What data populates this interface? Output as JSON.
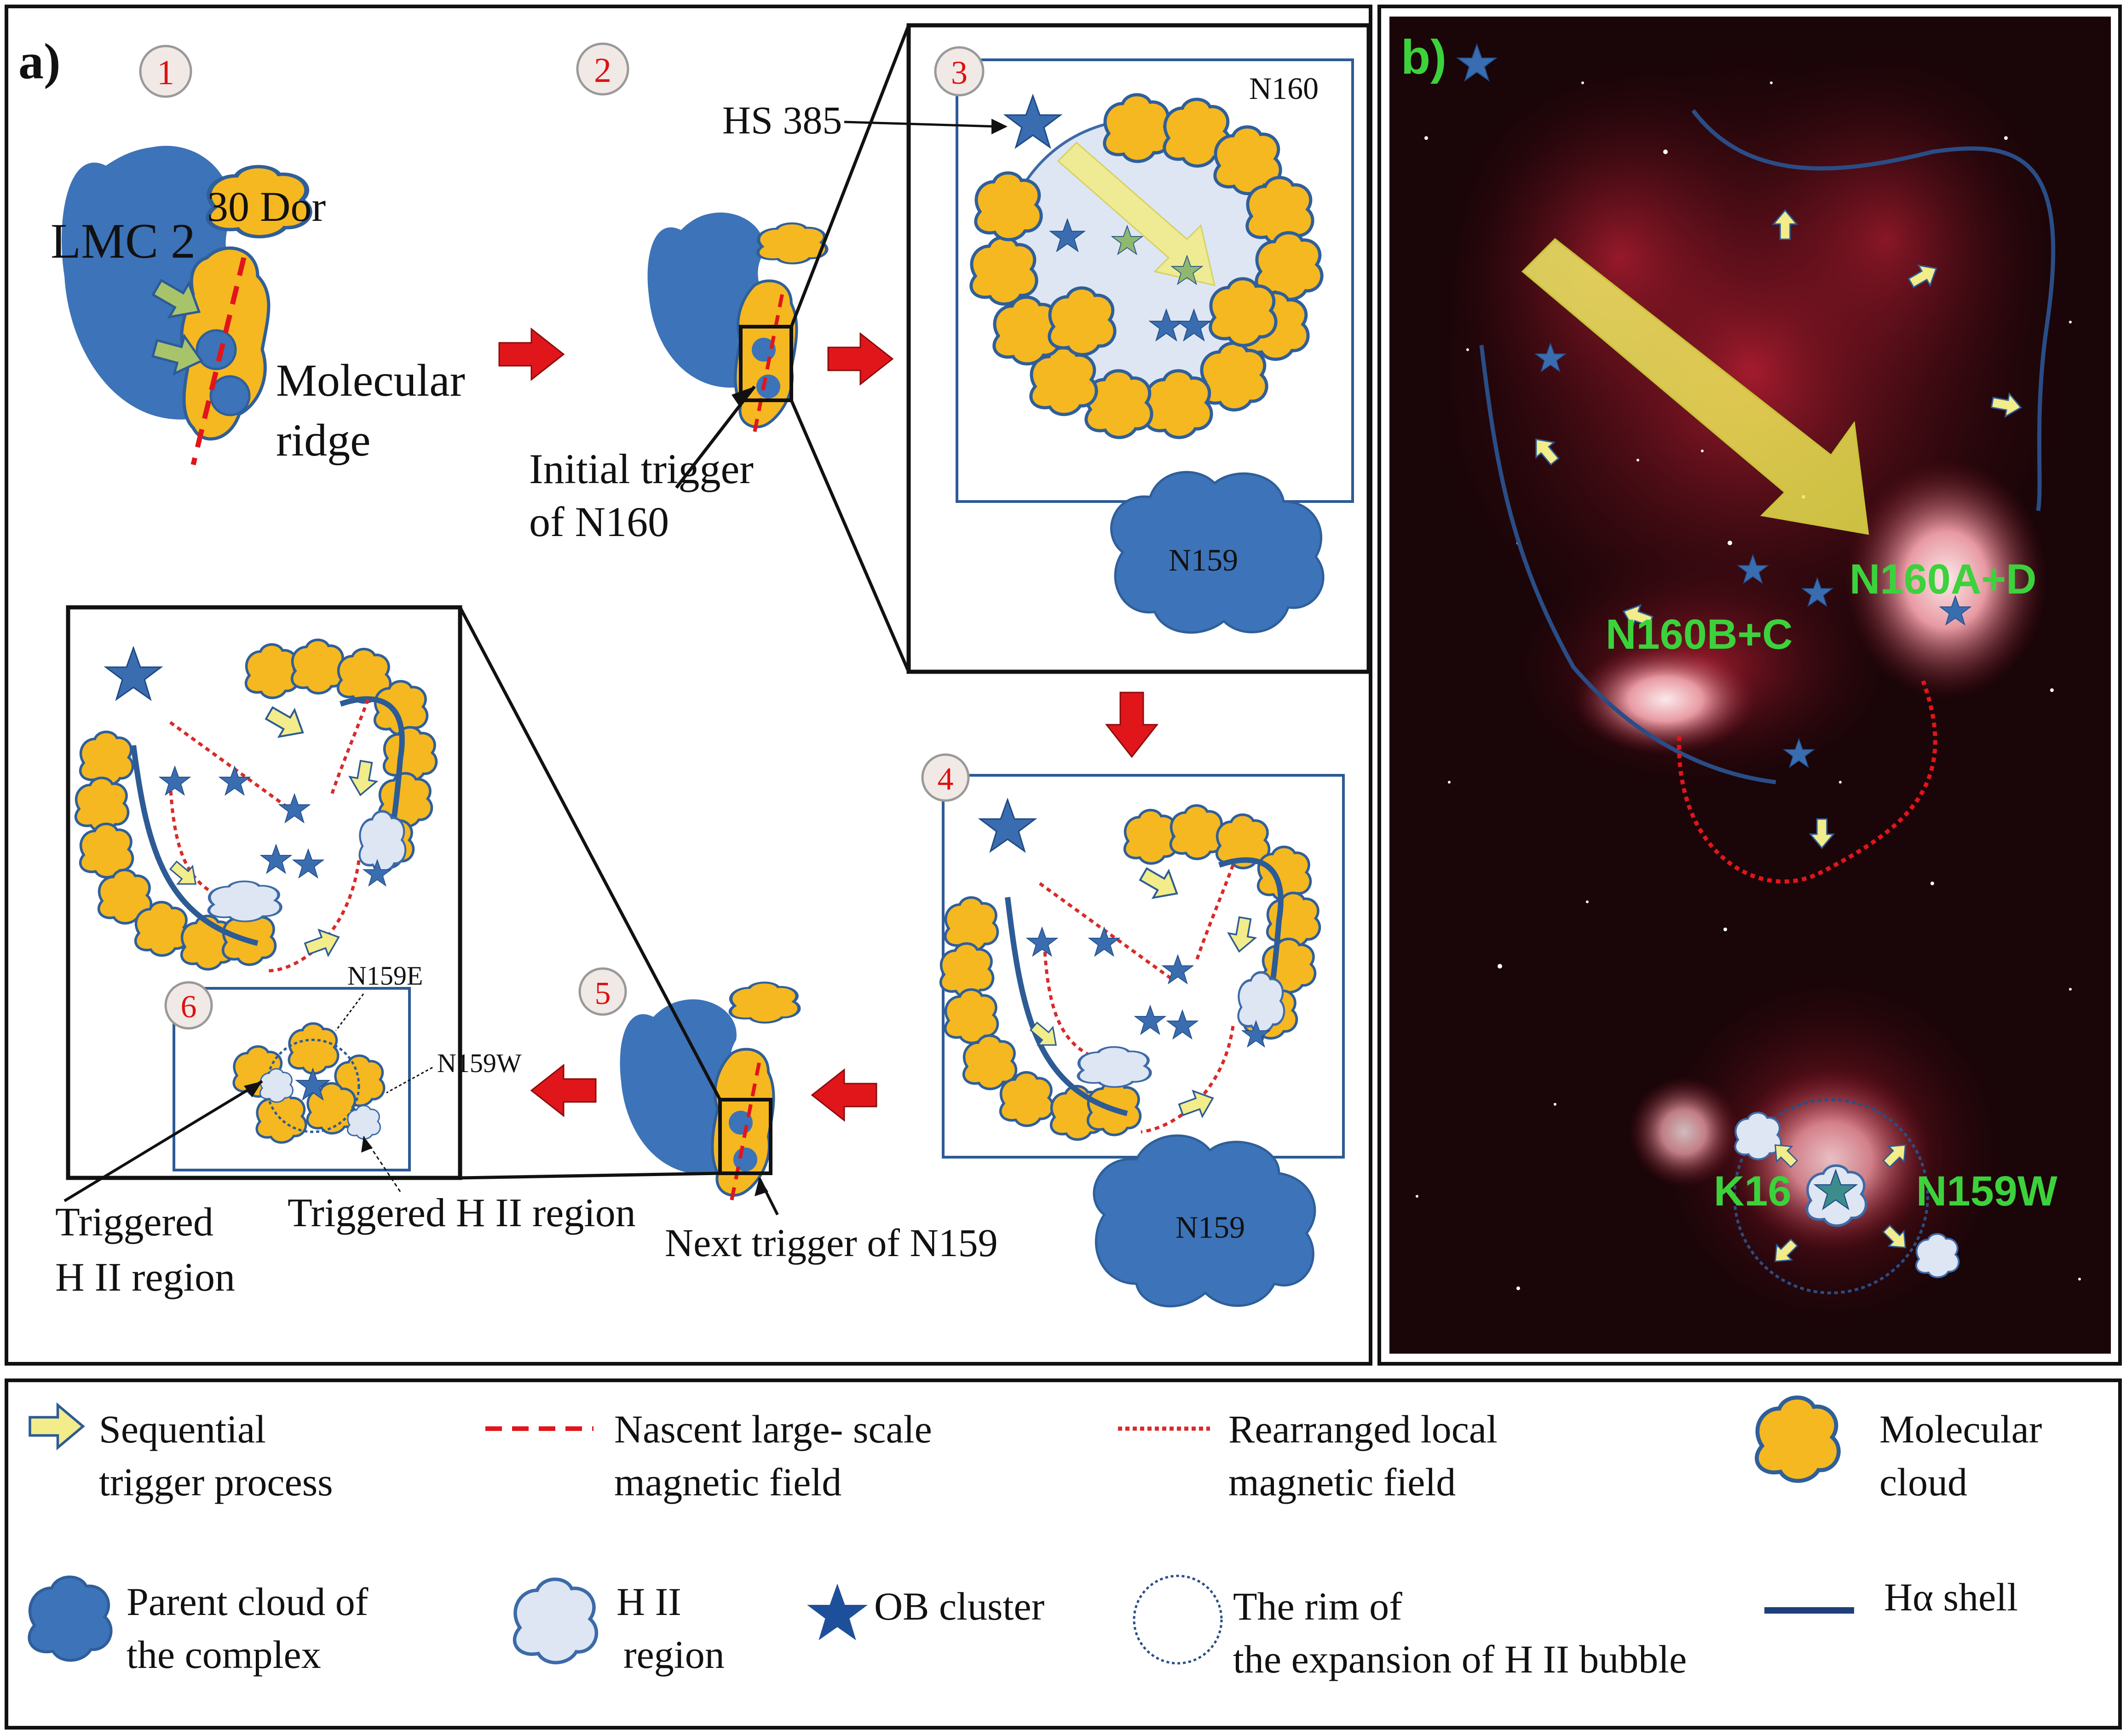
{
  "panel_a": {
    "label": "a)",
    "steps": [
      "1",
      "2",
      "3",
      "4",
      "5",
      "6"
    ],
    "lmc2": "LMC 2",
    "dor30": "30 Dor",
    "molecular_ridge": [
      "Molecular",
      "ridge"
    ],
    "hs385": "HS 385",
    "n160": "N160",
    "n159": "N159",
    "initial_trigger": [
      "Initial trigger",
      "of N160"
    ],
    "next_trigger": "Next trigger of N159",
    "n159e": "N159E",
    "n159w": "N159W",
    "triggered_hii_left": [
      "Triggered",
      "H II region"
    ],
    "triggered_hii_right": "Triggered H II region"
  },
  "panel_b": {
    "label": "b)",
    "n160ad": "N160A+D",
    "n160bc": "N160B+C",
    "n159w": "N159W",
    "n159e_partial": "K16"
  },
  "legend": {
    "sequential": [
      "Sequential",
      "trigger process"
    ],
    "nascent": [
      "Nascent large- scale",
      "magnetic field"
    ],
    "rearranged": [
      "Rearranged local",
      "magnetic field"
    ],
    "molecular_cloud": [
      "Molecular",
      "cloud"
    ],
    "parent_cloud": [
      "Parent cloud of",
      "the complex"
    ],
    "hii": [
      "H II",
      "region"
    ],
    "ob_cluster": "OB cluster",
    "rim": [
      "The rim of",
      "the expansion of H II bubble"
    ],
    "ha_shell": "Hα shell"
  },
  "colors": {
    "molecular_yellow": "#f5b820",
    "parent_blue": "#3d73b8",
    "hii_light": "#dde6f2",
    "star_blue": "#3a6db0",
    "arrow_red": "#e0161b",
    "field_red": "#d92a2a",
    "shell_blue": "#2a4d86",
    "label_green": "#3cd23c"
  }
}
